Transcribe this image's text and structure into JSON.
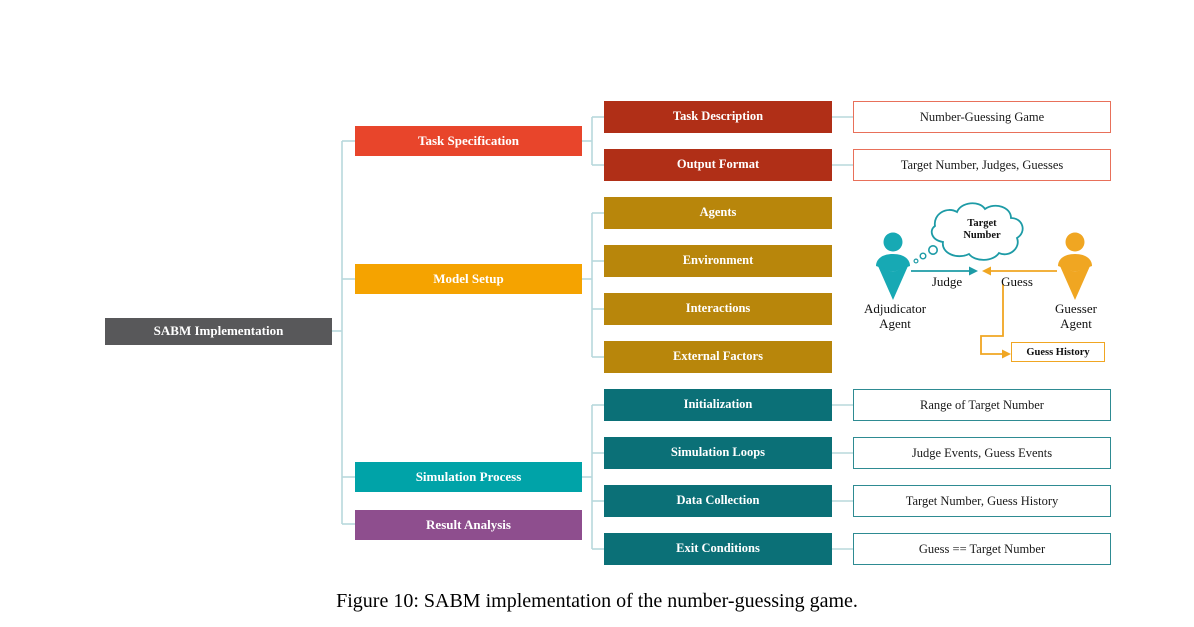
{
  "figure": {
    "caption": "Figure 10: SABM implementation of the number-guessing game."
  },
  "colors": {
    "root": "#58585A",
    "task_spec": "#E8452B",
    "task_child": "#B02F17",
    "task_leaf_border": "#E8705A",
    "model_setup": "#F5A300",
    "model_child": "#B8860B",
    "sim_process": "#00A3A8",
    "sim_child": "#0B7077",
    "sim_leaf_border": "#2E8B92",
    "result_analysis": "#8E4E8E",
    "connector": "#B8D8DC",
    "agent_teal": "#17A9B4",
    "agent_gold": "#F0A622",
    "cloud_stroke": "#1D9BA6"
  },
  "root": {
    "label": "SABM Implementation"
  },
  "branches": [
    {
      "id": "task-specification",
      "label": "Task Specification",
      "children": [
        {
          "label": "Task Description",
          "leaf": "Number-Guessing Game"
        },
        {
          "label": "Output Format",
          "leaf": "Target Number, Judges, Guesses"
        }
      ]
    },
    {
      "id": "model-setup",
      "label": "Model Setup",
      "children": [
        {
          "label": "Agents",
          "leaf": null
        },
        {
          "label": "Environment",
          "leaf": null
        },
        {
          "label": "Interactions",
          "leaf": null
        },
        {
          "label": "External Factors",
          "leaf": null
        }
      ]
    },
    {
      "id": "simulation-process",
      "label": "Simulation Process",
      "children": [
        {
          "label": "Initialization",
          "leaf": "Range of Target Number"
        },
        {
          "label": "Simulation Loops",
          "leaf": "Judge Events, Guess Events"
        },
        {
          "label": "Data Collection",
          "leaf": "Target Number, Guess History"
        },
        {
          "label": "Exit Conditions",
          "leaf": "Guess == Target Number"
        }
      ]
    },
    {
      "id": "result-analysis",
      "label": "Result Analysis",
      "children": []
    }
  ],
  "illustration": {
    "thought_bubble": {
      "line1": "Target",
      "line2": "Number"
    },
    "left_agent": {
      "line1": "Adjudicator",
      "line2": "Agent"
    },
    "right_agent": {
      "line1": "Guesser",
      "line2": "Agent"
    },
    "judge_arrow_label": "Judge",
    "guess_arrow_label": "Guess",
    "history_box_label": "Guess History"
  }
}
